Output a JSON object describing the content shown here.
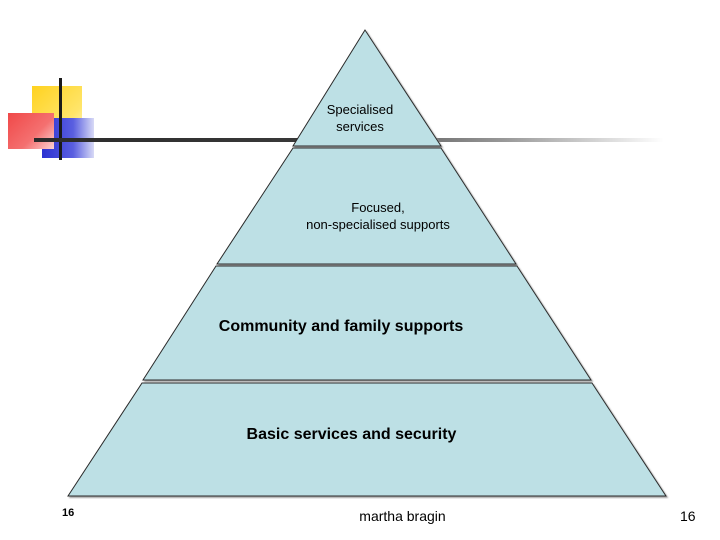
{
  "slide": {
    "tiers": [
      {
        "lines": [
          "Specialised",
          "services"
        ]
      },
      {
        "lines": [
          "Focused,",
          "non-specialised supports"
        ]
      },
      {
        "lines": [
          "Community and family supports"
        ]
      },
      {
        "lines": [
          "Basic services and security"
        ]
      }
    ],
    "footer": {
      "slide_number_left": "16",
      "author": "martha bragin",
      "slide_number_right": "16"
    }
  },
  "colors": {
    "tier_fill": "#bde0e5",
    "tier_stroke": "#2a2a2a",
    "deco_yellow": "#ffd21f",
    "deco_red": "#f04848",
    "deco_blue": "#2b31d1"
  }
}
